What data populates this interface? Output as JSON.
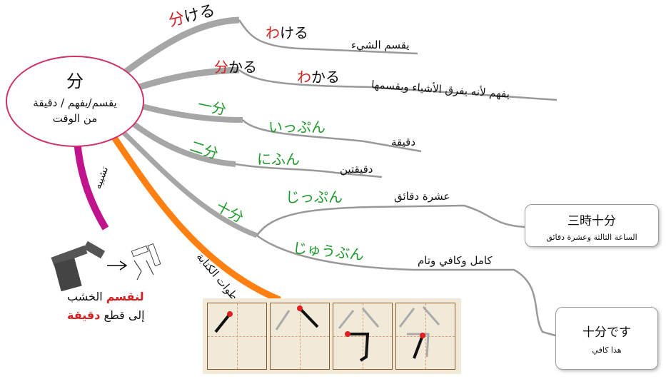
{
  "center": {
    "kanji": "分",
    "meaning_line1": "يقسم/يفهم / دقيقة",
    "meaning_line2": "من الوقت"
  },
  "branches": [
    {
      "label_red": "分",
      "label_rest": "ける",
      "reading_red": "わ",
      "reading_rest": "ける",
      "meaning": "يقسم الشيء"
    },
    {
      "label_red": "分",
      "label_rest": "かる",
      "reading_red": "わ",
      "reading_rest": "かる",
      "meaning": "يفهم لأنه يفرق الأشياء ويقسمها"
    },
    {
      "label": "一分",
      "reading": "いっぷん",
      "meaning": "دقيقة"
    },
    {
      "label": "二分",
      "reading": "にふん",
      "meaning": "دقيقتين"
    },
    {
      "label": "十分",
      "reading1": "じっぷん",
      "meaning1": "عشرة دقائق",
      "reading2": "じゅうぶん",
      "meaning2": "كامل وكافي وتام"
    }
  ],
  "boxes": {
    "time": {
      "jp": "三時十分",
      "ar": "الساعة الثالثة وعشرة دقائق"
    },
    "enough": {
      "jp": "十分です",
      "ar": "هذا كافي"
    }
  },
  "similes": {
    "label": "تشبيه",
    "line1_red": "لنقسم",
    "line1_rest": " الخشب",
    "line2_rest": "إلى قطع ",
    "line2_red": "دقيقة"
  },
  "stroke_order": {
    "label": "خطوات الكتابة"
  },
  "colors": {
    "gray_branch": "#a6a6a6",
    "orange": "#ff7f10",
    "magenta": "#c0148c",
    "red": "#d42020",
    "green": "#1f9a2c"
  }
}
